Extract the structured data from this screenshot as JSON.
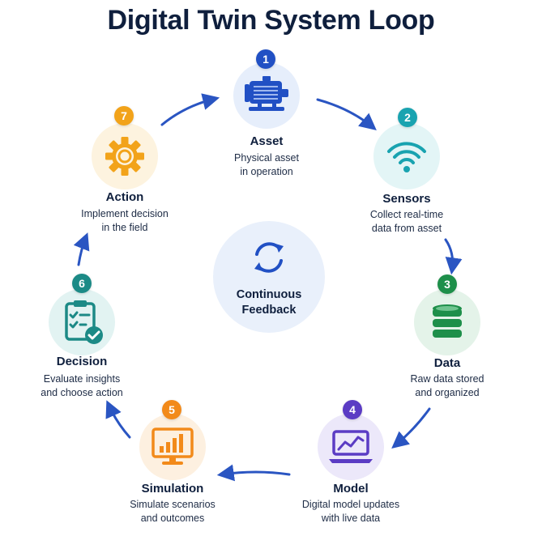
{
  "title": "Digital Twin System Loop",
  "center": {
    "line1": "Continuous",
    "line2": "Feedback",
    "icon": "refresh-cycle-icon"
  },
  "colors": {
    "asset": "#2150c4",
    "sensors": "#19a3b0",
    "data": "#1e8f4a",
    "model": "#5b3cc4",
    "simulation": "#f28a1a",
    "decision": "#1c8a86",
    "action": "#f2a31a",
    "arrow": "#2a55c2"
  },
  "stages": [
    {
      "key": "asset",
      "number": "1",
      "label": "Asset",
      "desc": [
        "Physical asset",
        "in operation"
      ],
      "icon": "motor-icon"
    },
    {
      "key": "sensors",
      "number": "2",
      "label": "Sensors",
      "desc": [
        "Collect real-time",
        "data from asset"
      ],
      "icon": "wifi-signal-icon"
    },
    {
      "key": "data",
      "number": "3",
      "label": "Data",
      "desc": [
        "Raw data stored",
        "and organized"
      ],
      "icon": "database-icon"
    },
    {
      "key": "model",
      "number": "4",
      "label": "Model",
      "desc": [
        "Digital model updates",
        "with live data"
      ],
      "icon": "laptop-chart-icon"
    },
    {
      "key": "simulation",
      "number": "5",
      "label": "Simulation",
      "desc": [
        "Simulate scenarios",
        "and outcomes"
      ],
      "icon": "monitor-bar-chart-icon"
    },
    {
      "key": "decision",
      "number": "6",
      "label": "Decision",
      "desc": [
        "Evaluate insights",
        "and choose action"
      ],
      "icon": "clipboard-check-icon"
    },
    {
      "key": "action",
      "number": "7",
      "label": "Action",
      "desc": [
        "Implement decision",
        "in the field"
      ],
      "icon": "gear-icon"
    }
  ]
}
